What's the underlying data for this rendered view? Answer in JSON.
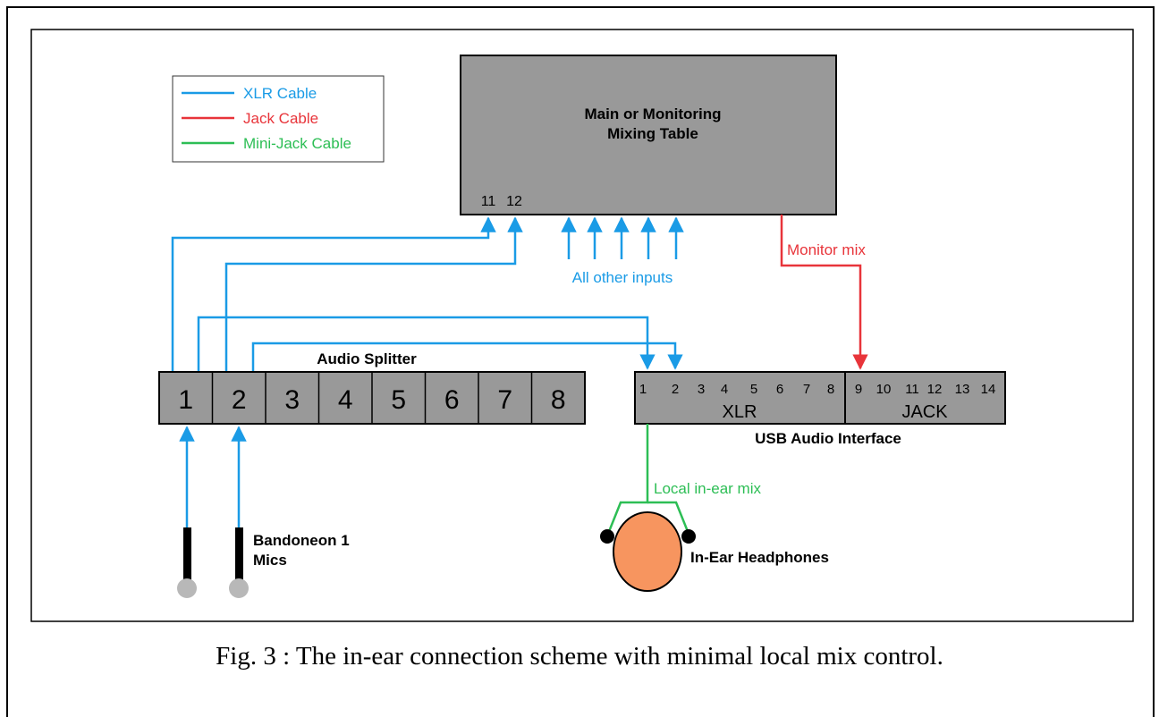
{
  "legend": {
    "items": [
      {
        "label": "XLR Cable",
        "color": "#1a9be6"
      },
      {
        "label": "Jack Cable",
        "color": "#e8343a"
      },
      {
        "label": "Mini-Jack Cable",
        "color": "#2dbe55"
      }
    ]
  },
  "mixer": {
    "title_line1": "Main or Monitoring",
    "title_line2": "Mixing Table",
    "input_labels": [
      "11",
      "12"
    ],
    "other_inputs_label": "All other inputs"
  },
  "monitor_mix_label": "Monitor mix",
  "splitter": {
    "title": "Audio Splitter",
    "channels": [
      "1",
      "2",
      "3",
      "4",
      "5",
      "6",
      "7",
      "8"
    ]
  },
  "interface": {
    "title": "USB Audio Interface",
    "xlr_label": "XLR",
    "jack_label": "JACK",
    "xlr_inputs": [
      "1",
      "2",
      "3",
      "4",
      "5",
      "6",
      "7",
      "8"
    ],
    "jack_inputs": [
      "9",
      "10",
      "11",
      "12",
      "13",
      "14"
    ]
  },
  "local_mix_label": "Local in-ear mix",
  "mics_label_line1": "Bandoneon 1",
  "mics_label_line2": "Mics",
  "headphones_label": "In-Ear Headphones",
  "caption": "Fig. 3 : The in-ear connection scheme with minimal local mix control.",
  "colors": {
    "xlr": "#1a9be6",
    "jack": "#e8343a",
    "minijack": "#2dbe55",
    "box_fill": "#999999",
    "head_fill": "#f7955f"
  }
}
